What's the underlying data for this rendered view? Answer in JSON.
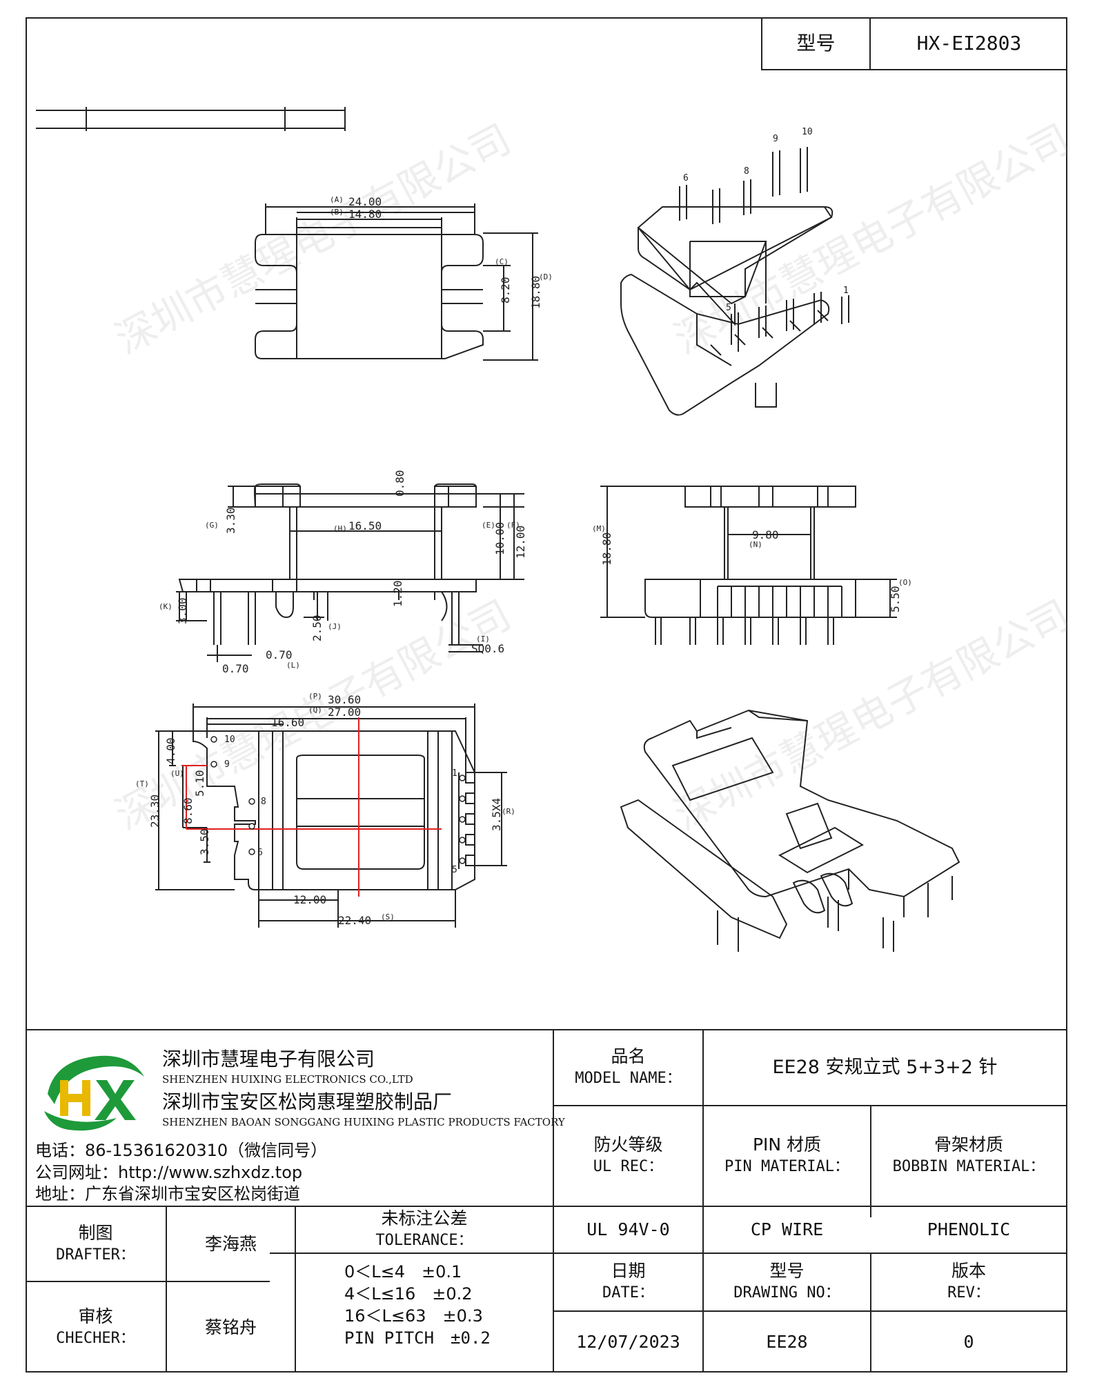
{
  "header": {
    "model_label": "型号",
    "model_value": "HX-EI2803"
  },
  "drawing": {
    "top_view": {
      "dims": [
        "24.00",
        "14.80",
        "8.20",
        "18.80"
      ],
      "labels": [
        "(A)",
        "(B)",
        "(C)",
        "(D)"
      ]
    },
    "front_view": {
      "dims": [
        "0.80",
        "3.30",
        "16.50",
        "10.00",
        "12.00",
        "3.00",
        "1.20",
        "2.50",
        "0.70",
        "0.70",
        "SQ0.6"
      ],
      "labels": [
        "(G)",
        "(H)",
        "(E)",
        "(F)",
        "(K)",
        "(J)",
        "(L)",
        "(I)"
      ]
    },
    "side_view": {
      "dims": [
        "18.80",
        "9.80",
        "5.50"
      ],
      "labels": [
        "(M)",
        "(N)",
        "(O)"
      ]
    },
    "bottom_view": {
      "dims": [
        "30.60",
        "27.00",
        "16.60",
        "4.00",
        "5.10",
        "8.60",
        "23.30",
        "3.50",
        "12.00",
        "22.40",
        "3.5X4"
      ],
      "labels": [
        "(P)",
        "(Q)",
        "(U)",
        "(T)",
        "(R)",
        "(S)"
      ],
      "pins": [
        "10",
        "9",
        "8",
        "6",
        "1",
        "5"
      ]
    },
    "iso_top": {
      "pins": [
        "6",
        "8",
        "9",
        "10",
        "5",
        "1"
      ]
    }
  },
  "titleblock": {
    "company_cn": "深圳市慧瑆电子有限公司",
    "company_en": "SHENZHEN HUIXING ELECTRONICS CO.,LTD",
    "factory_cn": "深圳市宝安区松岗惠瑆塑胶制品厂",
    "factory_en": "SHENZHEN BAOAN SONGGANG HUIXING PLASTIC PRODUCTS FACTORY",
    "phone": "电话：86-15361620310（微信同号）",
    "website": "公司网址：http://www.szhxdz.top",
    "address": "地址：广东省深圳市宝安区松岗街道",
    "model_name_cn": "品名",
    "model_name_en": "MODEL NAME：",
    "model_name_value": "EE28 安规立式 5+3+2 针",
    "ul_cn": "防火等级",
    "ul_en": "UL REC：",
    "pin_mat_cn": "PIN 材质",
    "pin_mat_en": "PIN MATERIAL：",
    "bobbin_mat_cn": "骨架材质",
    "bobbin_mat_en": "BOBBIN MATERIAL：",
    "ul_value": "UL 94V-0",
    "pin_value": "CP WIRE",
    "bobbin_value": "PHENOLIC",
    "drafter_cn": "制图",
    "drafter_en": "DRAFTER：",
    "drafter_name": "李海燕",
    "checker_cn": "审核",
    "checker_en": "CHECHER：",
    "checker_name": "蔡铭舟",
    "tolerance_cn": "未标注公差",
    "tolerance_en": "TOLERANCE：",
    "tolerance_rows": [
      "0＜L≤4　±0.1",
      "4＜L≤16　±0.2",
      "16＜L≤63　±0.3",
      "PIN PITCH　±0.2"
    ],
    "date_cn": "日期",
    "date_en": "DATE：",
    "drawing_no_cn": "型号",
    "drawing_no_en": "DRAWING NO：",
    "rev_cn": "版本",
    "rev_en": "REV：",
    "date_value": "12/07/2023",
    "drawing_no_value": "EE28",
    "rev_value": "0"
  },
  "watermark": "深圳市慧瑆电子有限公司",
  "colors": {
    "logo_green": "#1e9a3a",
    "logo_yellow": "#e9b800",
    "red_dim": "#e02020"
  }
}
